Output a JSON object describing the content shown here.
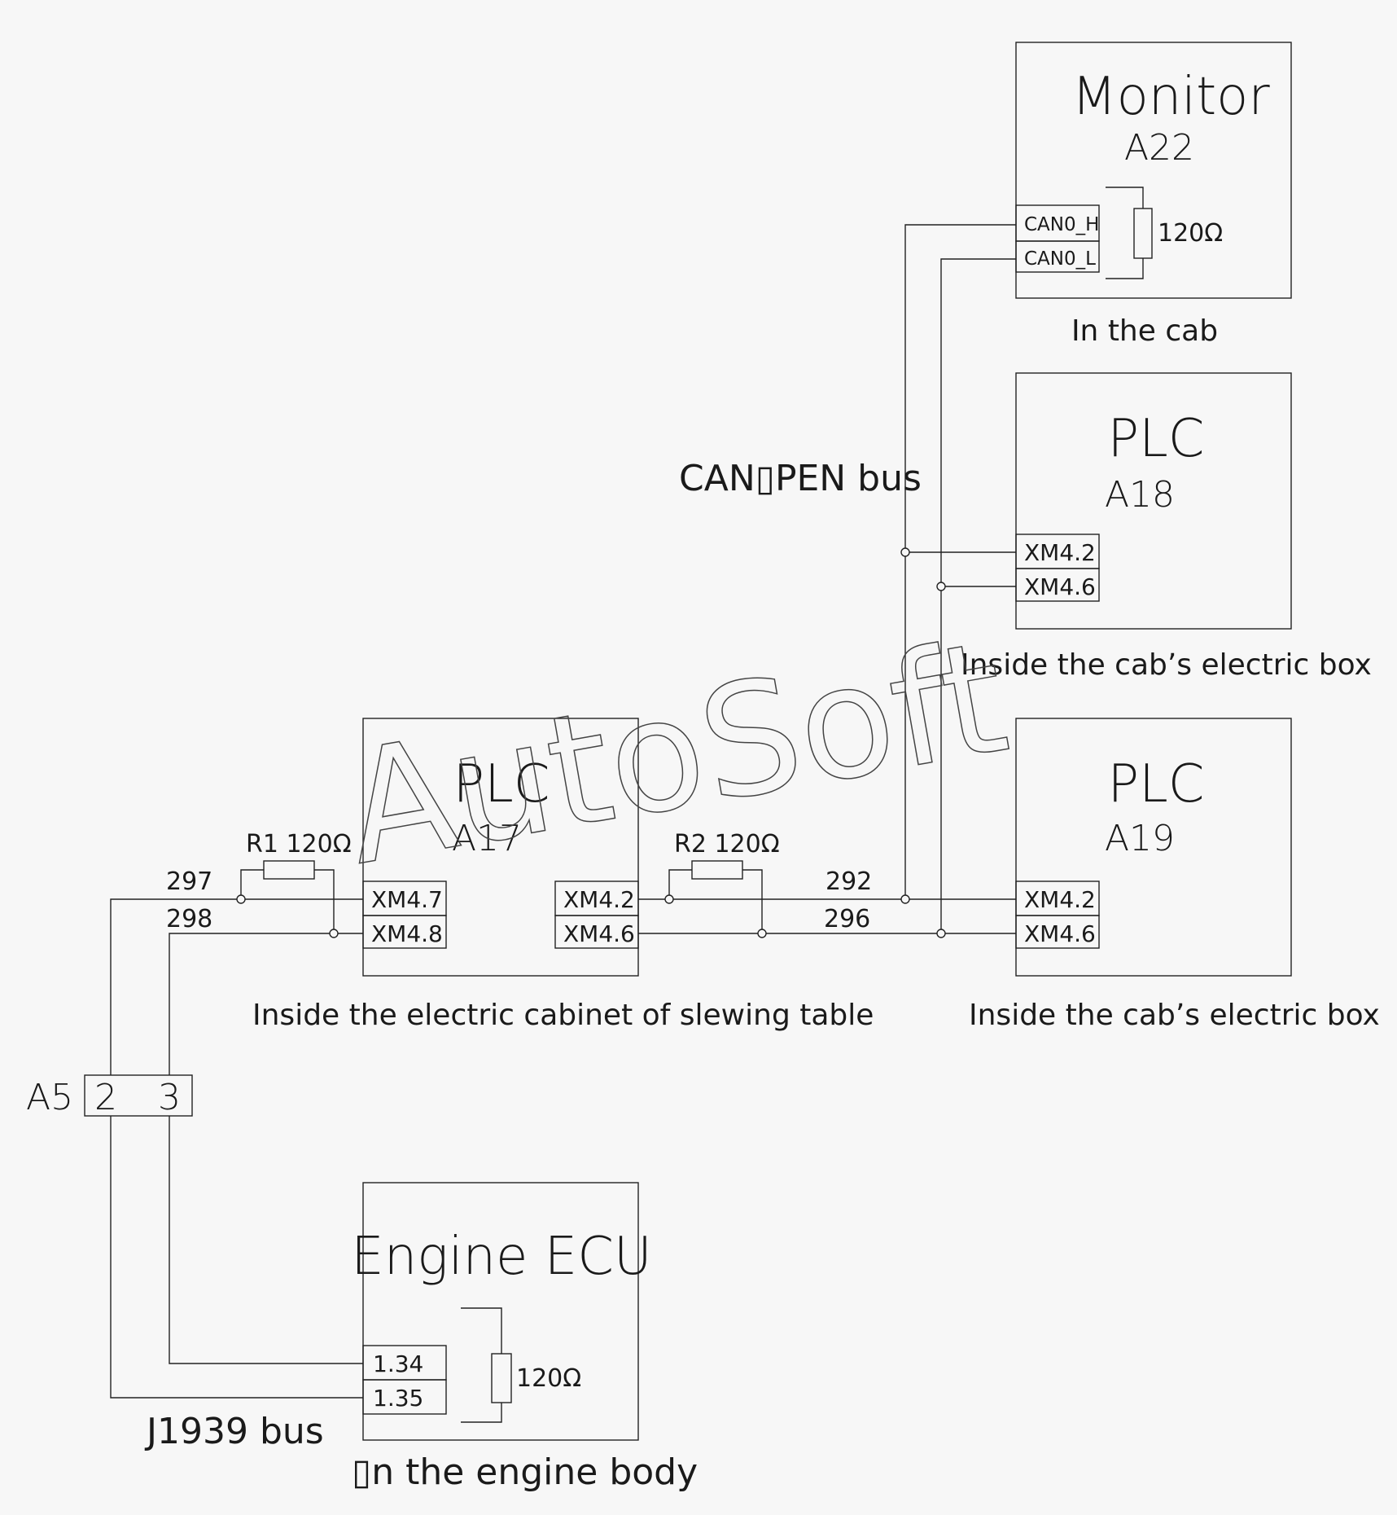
{
  "watermark": "AutoSoft",
  "monitor": {
    "title": "Monitor",
    "ref": "A22",
    "pin_h": "CAN0_H",
    "pin_l": "CAN0_L",
    "resistor": "120Ω",
    "location": "In the cab"
  },
  "plc_a18": {
    "title": "PLC",
    "ref": "A18",
    "pin_1": "XM4.2",
    "pin_2": "XM4.6",
    "location": "Inside the cab’s electric box"
  },
  "plc_a19": {
    "title": "PLC",
    "ref": "A19",
    "pin_1": "XM4.2",
    "pin_2": "XM4.6",
    "location": "Inside the cab’s electric box"
  },
  "plc_a17": {
    "title": "PLC",
    "ref": "A17",
    "pin_left_1": "XM4.7",
    "pin_left_2": "XM4.8",
    "pin_right_1": "XM4.2",
    "pin_right_2": "XM4.6",
    "location": "Inside the electric cabinet of slewing table"
  },
  "resistor_r1": {
    "label": "R1 120Ω"
  },
  "resistor_r2": {
    "label": "R2 120Ω"
  },
  "wires": {
    "w297": "297",
    "w298": "298",
    "w292": "292",
    "w296": "296"
  },
  "canopen_bus": "CAN▯PEN bus",
  "j1939_bus": "J1939 bus",
  "connector_a5": {
    "ref": "A5",
    "pin_a": "2",
    "pin_b": "3"
  },
  "engine_ecu": {
    "title": "Engine ECU",
    "pin_1": "1.34",
    "pin_2": "1.35",
    "resistor": "120Ω",
    "location": "▯n the engine body"
  }
}
